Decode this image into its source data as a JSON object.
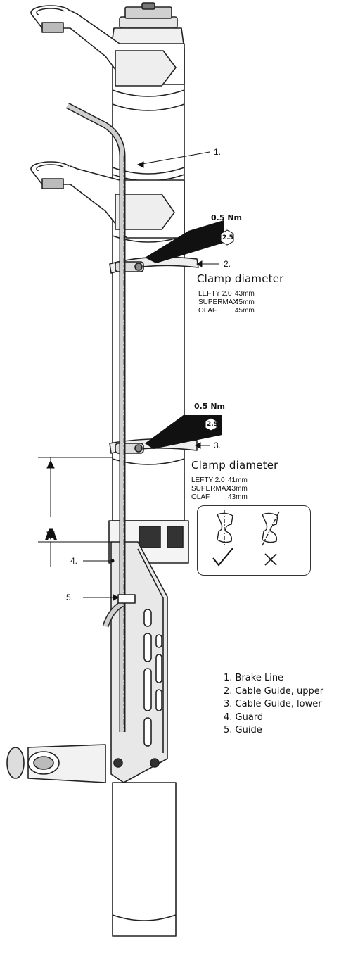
{
  "callouts": {
    "c1": "1.",
    "c2": "2.",
    "c3": "3.",
    "c4": "4.",
    "c5": "5."
  },
  "upper_clamp": {
    "torque": "0.5 Nm",
    "tool": "2.5",
    "title": "Clamp diameter",
    "specs": [
      {
        "model": "LEFTY 2.0",
        "value": "43mm"
      },
      {
        "model": "SUPERMAX",
        "value": "45mm"
      },
      {
        "model": "OLAF",
        "value": "45mm"
      }
    ]
  },
  "lower_clamp": {
    "torque": "0.5 Nm",
    "tool": "2.5",
    "title": "Clamp diameter",
    "specs": [
      {
        "model": "LEFTY 2.0",
        "value": "41mm"
      },
      {
        "model": "SUPERMAX",
        "value": "43mm"
      },
      {
        "model": "OLAF",
        "value": "43mm"
      }
    ]
  },
  "dimension": {
    "label": "A"
  },
  "legend": [
    "1. Brake Line",
    "2. Cable Guide, upper",
    "3. Cable Guide, lower",
    "4. Guard",
    "5. Guide"
  ],
  "colors": {
    "line": "#222222",
    "fill": "#ffffff",
    "shade": "#e4e4e4",
    "dark": "#111111"
  }
}
